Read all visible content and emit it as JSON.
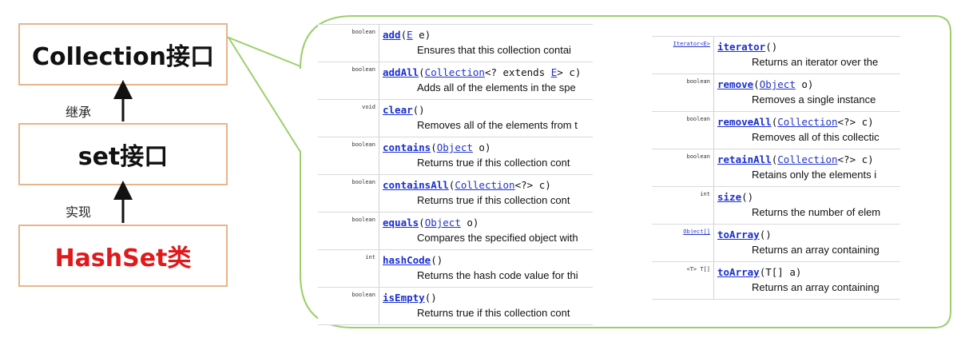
{
  "hierarchy": {
    "top_box": "Collection接口",
    "middle_box": "set接口",
    "bottom_box": "HashSet类",
    "upper_edge_label": "继承",
    "lower_edge_label": "实现"
  },
  "colors": {
    "box_border": "#e8b48a",
    "bubble_border": "#9ccf6a",
    "class_text": "#e0191b",
    "link": "#1a2fd0"
  },
  "left_table": [
    {
      "type": "boolean",
      "method": "add",
      "params": [
        {
          "t": "(",
          "c": "text"
        },
        {
          "t": "E",
          "c": "link"
        },
        {
          "t": " e)",
          "c": "text"
        }
      ],
      "desc": "Ensures that this collection contai"
    },
    {
      "type": "boolean",
      "method": "addAll",
      "params": [
        {
          "t": "(",
          "c": "text"
        },
        {
          "t": "Collection",
          "c": "link"
        },
        {
          "t": "<? extends ",
          "c": "text"
        },
        {
          "t": "E",
          "c": "link"
        },
        {
          "t": "> c)",
          "c": "text"
        }
      ],
      "desc": "Adds all of the elements in the spe"
    },
    {
      "type": "void",
      "method": "clear",
      "params": [
        {
          "t": "()",
          "c": "text"
        }
      ],
      "desc": "Removes all of the elements from t"
    },
    {
      "type": "boolean",
      "method": "contains",
      "params": [
        {
          "t": "(",
          "c": "text"
        },
        {
          "t": "Object",
          "c": "link"
        },
        {
          "t": " o)",
          "c": "text"
        }
      ],
      "desc": "Returns true if this collection cont"
    },
    {
      "type": "boolean",
      "method": "containsAll",
      "params": [
        {
          "t": "(",
          "c": "text"
        },
        {
          "t": "Collection",
          "c": "link"
        },
        {
          "t": "<?> c)",
          "c": "text"
        }
      ],
      "desc": "Returns true if this collection cont"
    },
    {
      "type": "boolean",
      "method": "equals",
      "params": [
        {
          "t": "(",
          "c": "text"
        },
        {
          "t": "Object",
          "c": "link"
        },
        {
          "t": " o)",
          "c": "text"
        }
      ],
      "desc": "Compares the specified object with"
    },
    {
      "type": "int",
      "method": "hashCode",
      "params": [
        {
          "t": "()",
          "c": "text"
        }
      ],
      "desc": "Returns the hash code value for thi"
    },
    {
      "type": "boolean",
      "method": "isEmpty",
      "params": [
        {
          "t": "()",
          "c": "text"
        }
      ],
      "desc": "Returns true if this collection cont"
    }
  ],
  "right_table": [
    {
      "type": "Iterator<E>",
      "type_link": true,
      "method": "iterator",
      "params": [
        {
          "t": "()",
          "c": "text"
        }
      ],
      "desc": "Returns an iterator over the"
    },
    {
      "type": "boolean",
      "method": "remove",
      "params": [
        {
          "t": "(",
          "c": "text"
        },
        {
          "t": "Object",
          "c": "link"
        },
        {
          "t": " o)",
          "c": "text"
        }
      ],
      "desc": "Removes a single instance"
    },
    {
      "type": "boolean",
      "method": "removeAll",
      "params": [
        {
          "t": "(",
          "c": "text"
        },
        {
          "t": "Collection",
          "c": "link"
        },
        {
          "t": "<?> c)",
          "c": "text"
        }
      ],
      "desc": "Removes all of this collectic"
    },
    {
      "type": "boolean",
      "method": "retainAll",
      "params": [
        {
          "t": "(",
          "c": "text"
        },
        {
          "t": "Collection",
          "c": "link"
        },
        {
          "t": "<?> c)",
          "c": "text"
        }
      ],
      "desc": "Retains only the elements i"
    },
    {
      "type": "int",
      "method": "size",
      "params": [
        {
          "t": "()",
          "c": "text"
        }
      ],
      "desc": "Returns the number of elem"
    },
    {
      "type": "Object[]",
      "type_link": true,
      "method": "toArray",
      "params": [
        {
          "t": "()",
          "c": "text"
        }
      ],
      "desc": "Returns an array containing"
    },
    {
      "type": "<T> T[]",
      "method": "toArray",
      "params": [
        {
          "t": "(T[] a)",
          "c": "text"
        }
      ],
      "desc": "Returns an array containing"
    }
  ]
}
